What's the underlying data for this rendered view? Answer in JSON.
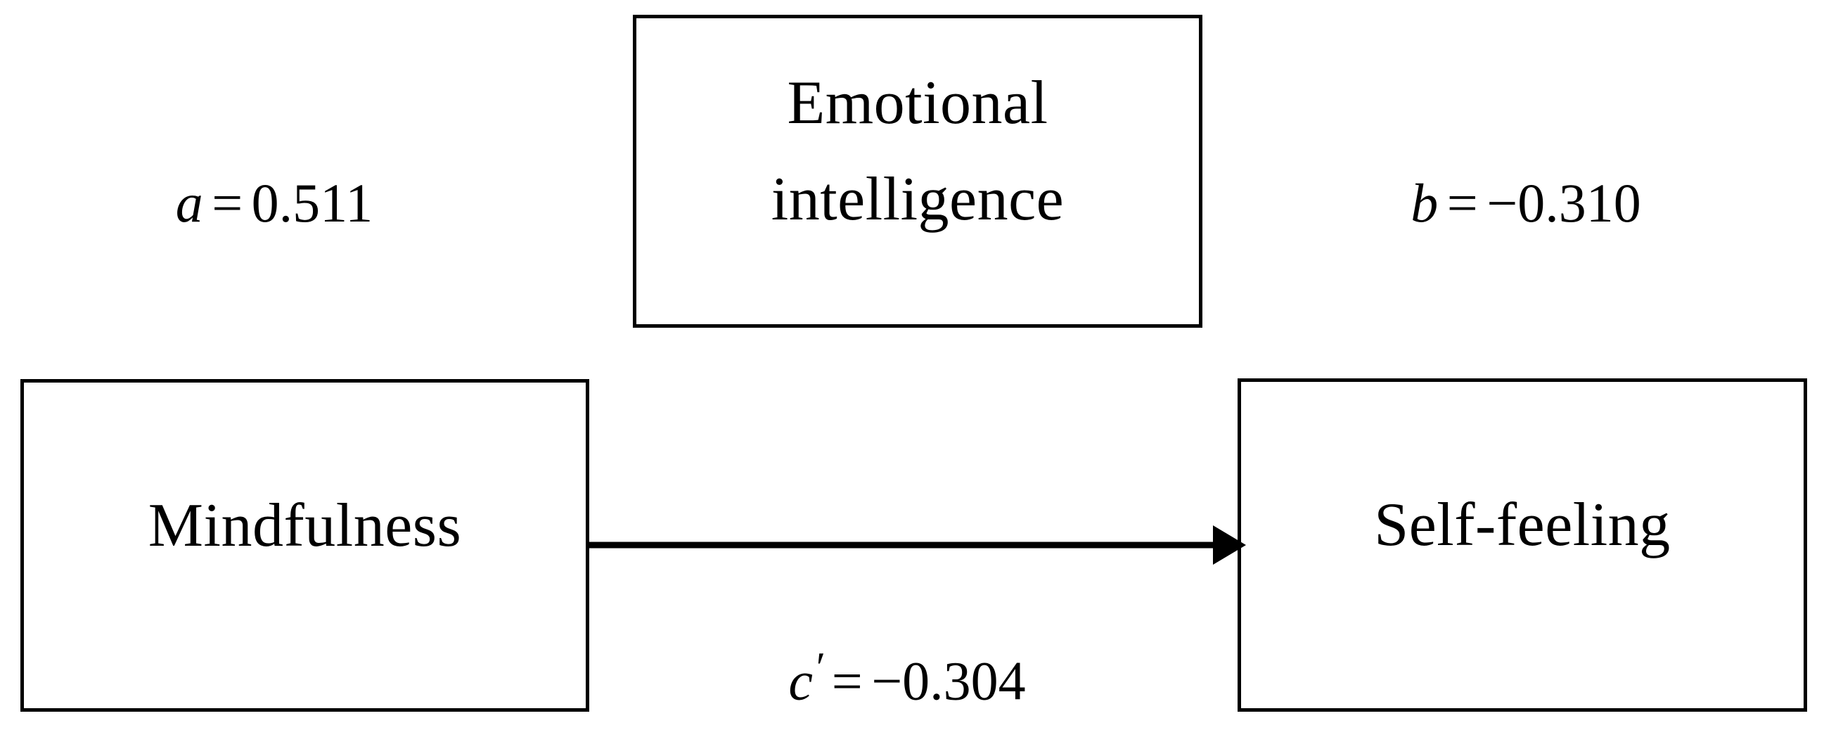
{
  "diagram": {
    "type": "mediation-model",
    "background_color": "#ffffff",
    "stroke_color": "#000000",
    "nodes": {
      "mediator": {
        "id": "emotional-intelligence",
        "line1": "Emotional",
        "line2": "intelligence"
      },
      "predictor": {
        "id": "mindfulness",
        "label": "Mindfulness"
      },
      "outcome": {
        "id": "self-feeling",
        "label": "Self-feeling"
      }
    },
    "paths": {
      "a": {
        "symbol": "a",
        "prime": "",
        "operator": "=",
        "value": "0.511",
        "full_text": "a = 0.511",
        "from": "Mindfulness",
        "to": "Emotional intelligence"
      },
      "b": {
        "symbol": "b",
        "prime": "",
        "operator": "=",
        "value": "−0.310",
        "full_text": "b = −0.310",
        "from": "Emotional intelligence",
        "to": "Self-feeling"
      },
      "c_prime": {
        "symbol": "c",
        "prime": "′",
        "operator": "=",
        "value": "−0.304",
        "full_text": "c′ = −0.304",
        "from": "Mindfulness",
        "to": "Self-feeling"
      }
    },
    "arrows": [
      {
        "id": "direct-effect-arrow",
        "from": "mindfulness",
        "to": "self-feeling",
        "style": "solid",
        "head": "filled-triangle"
      }
    ]
  }
}
